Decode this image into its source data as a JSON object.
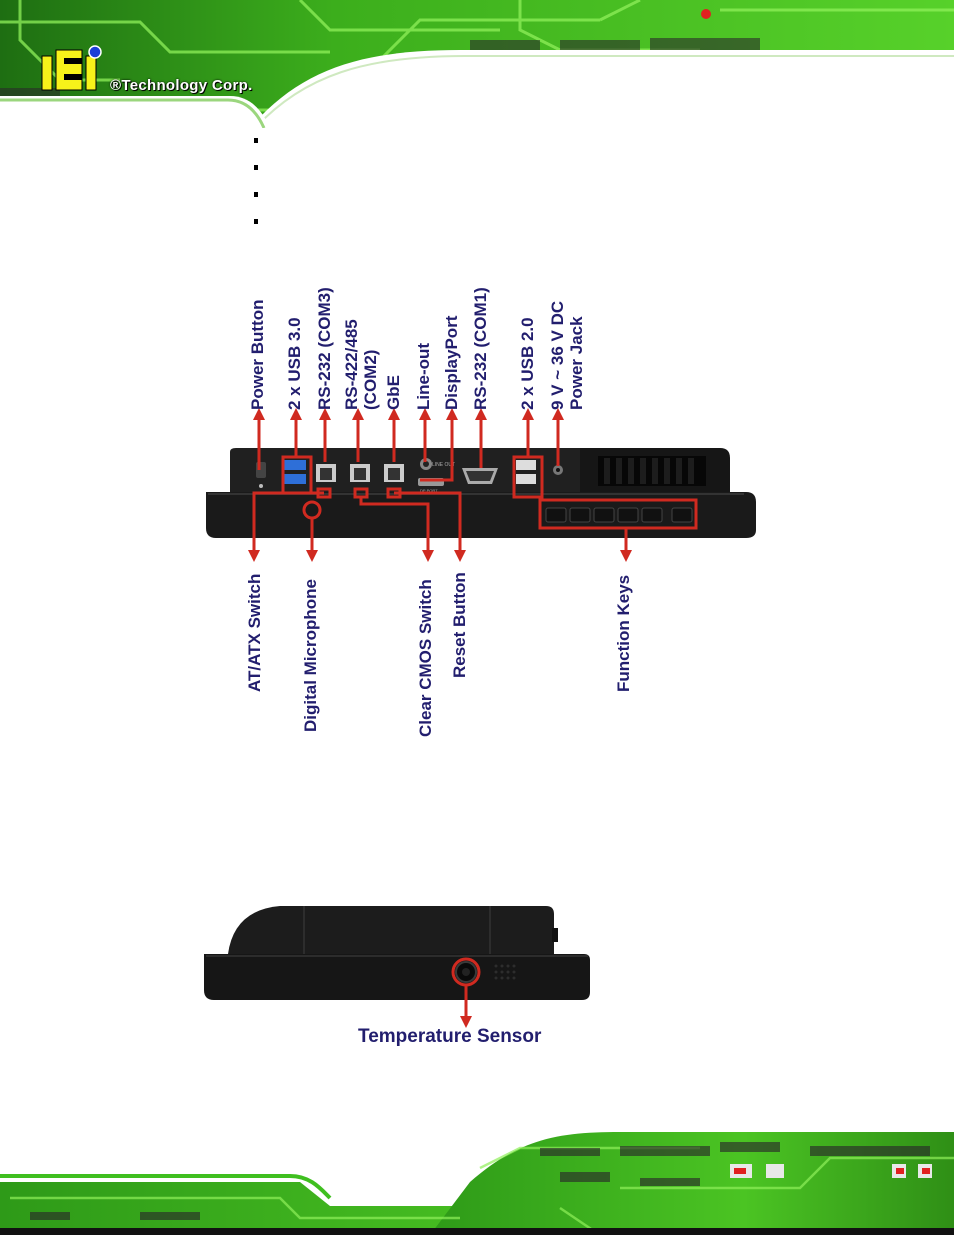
{
  "header": {
    "logo_letters": "iEi",
    "brand": "®Technology Corp."
  },
  "bullets": [
    "",
    "",
    "",
    ""
  ],
  "top_labels": [
    {
      "lines": [
        "Power Button"
      ]
    },
    {
      "lines": [
        "2 x USB 3.0"
      ]
    },
    {
      "lines": [
        "RS-232 (COM3)"
      ]
    },
    {
      "lines": [
        "RS-422/485",
        "(COM2)"
      ]
    },
    {
      "lines": [
        "GbE"
      ]
    },
    {
      "lines": [
        "Line-out"
      ]
    },
    {
      "lines": [
        "DisplayPort"
      ]
    },
    {
      "lines": [
        "RS-232 (COM1)"
      ]
    },
    {
      "lines": [
        "2 x USB 2.0"
      ]
    },
    {
      "lines": [
        "9 V ~ 36 V DC",
        "Power Jack"
      ]
    }
  ],
  "bottom_labels": [
    {
      "lines": [
        "AT/ATX Switch"
      ]
    },
    {
      "lines": [
        "Digital Microphone"
      ]
    },
    {
      "lines": [
        "Clear CMOS Switch"
      ]
    },
    {
      "lines": [
        "Reset Button"
      ]
    },
    {
      "lines": [
        "Function Keys"
      ]
    }
  ],
  "side_view": {
    "label": "Temperature Sensor"
  },
  "colors": {
    "accent_red": "#d02a20",
    "label_navy": "#221e6e",
    "pcb_green": "#3fbf1f",
    "device_body": "#1c1c1c"
  },
  "device_port_text": {
    "line_out": "LINE OUT",
    "dp": "DP PORT"
  }
}
